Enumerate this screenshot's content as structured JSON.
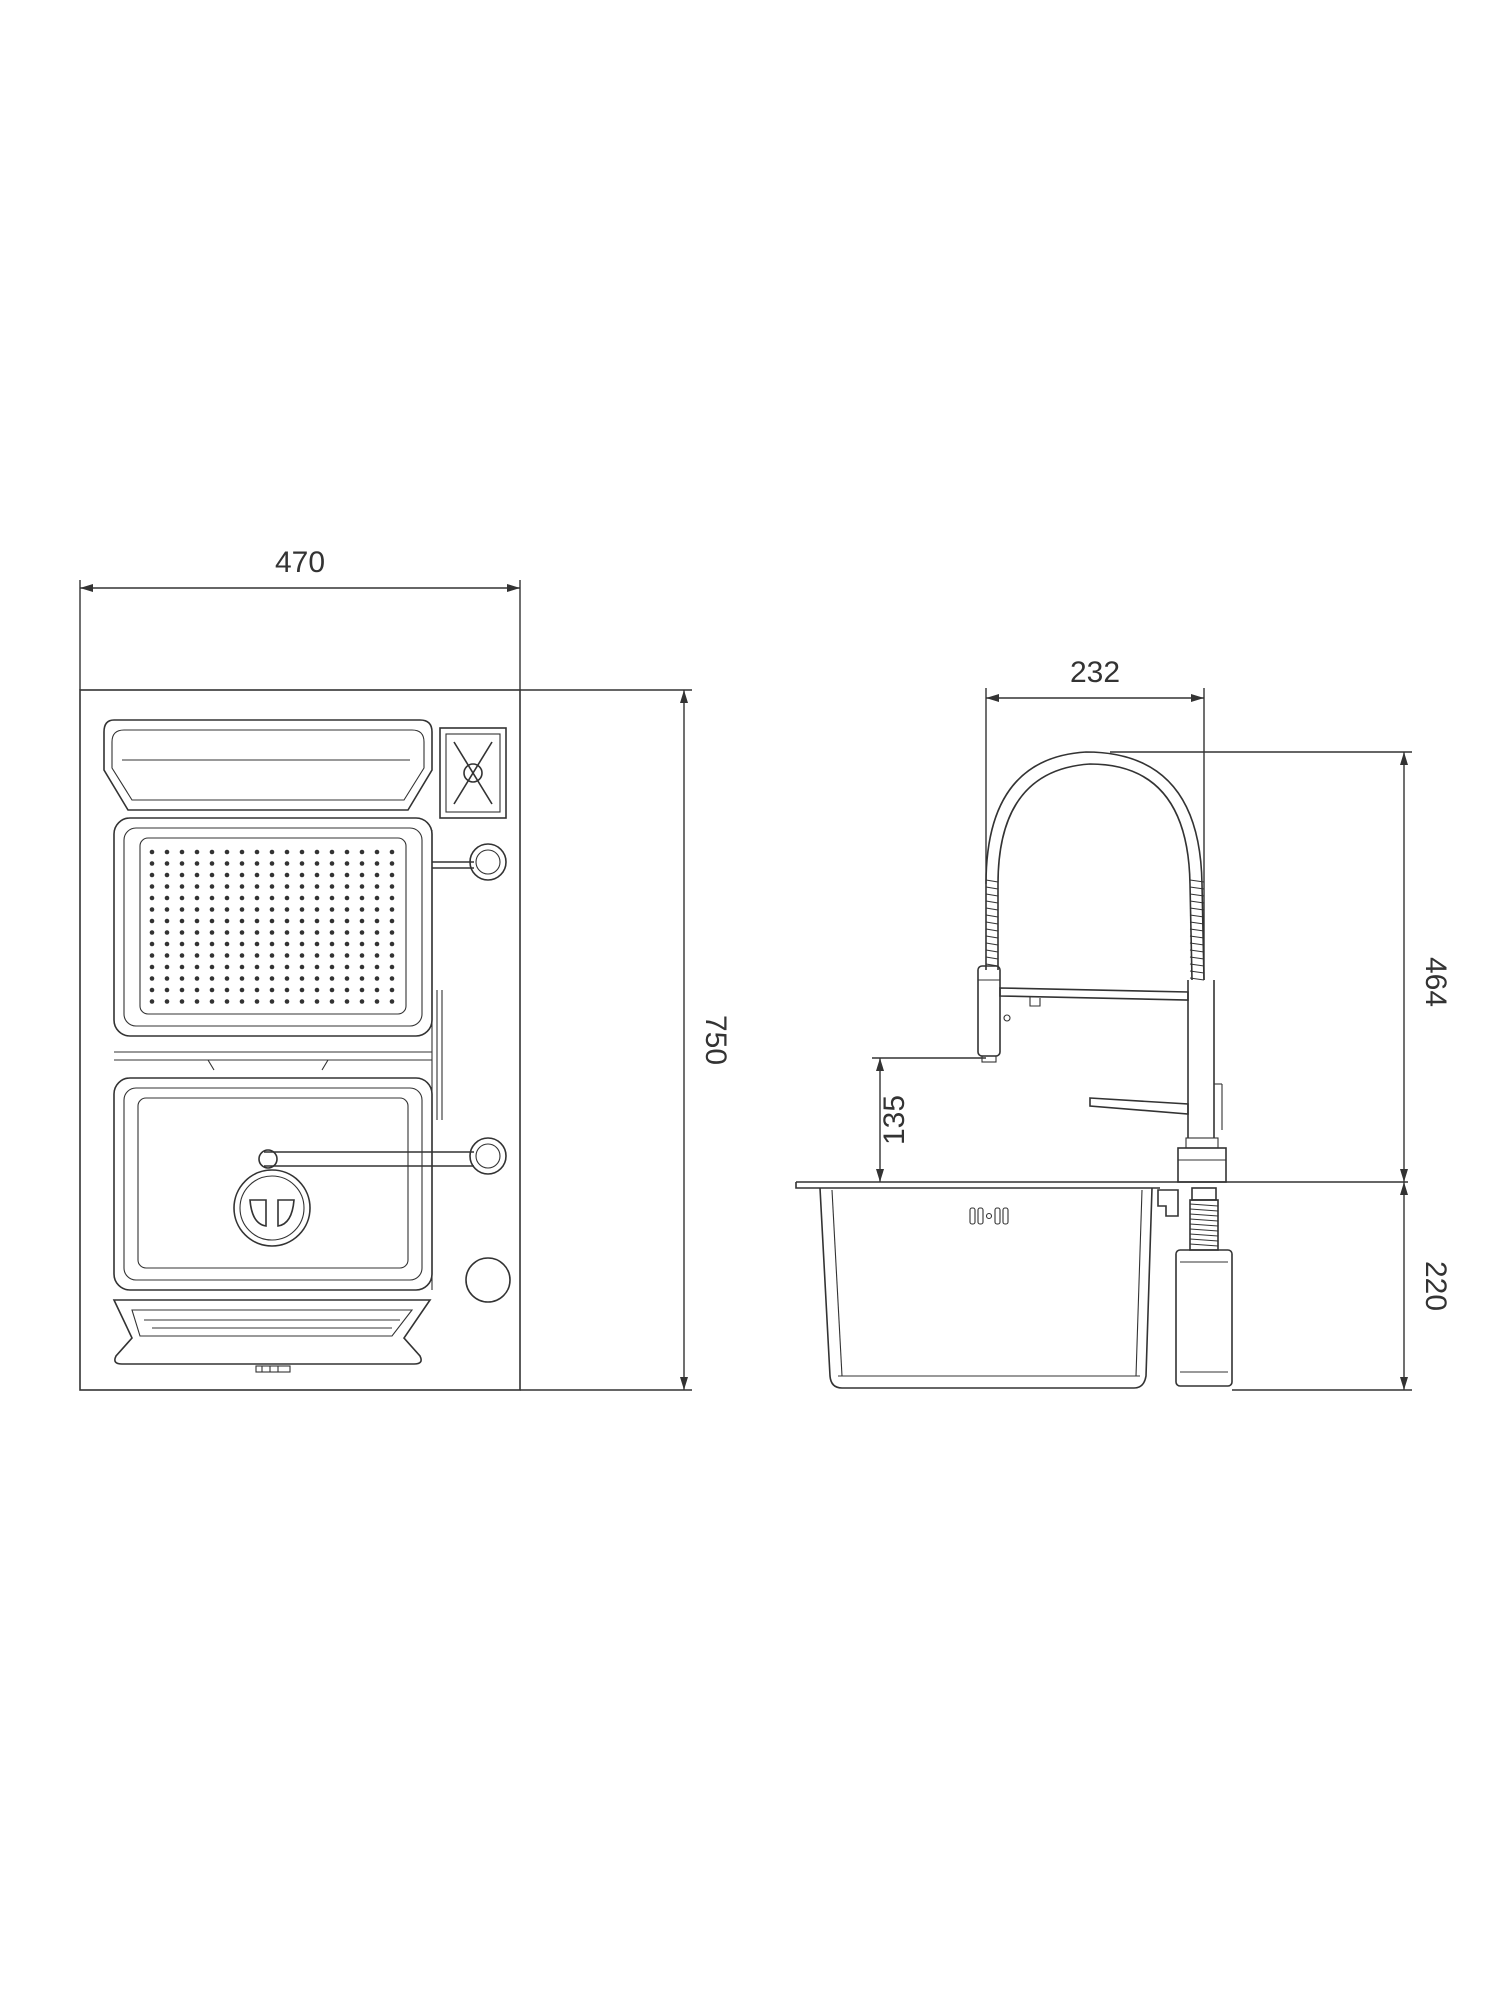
{
  "top_view": {
    "width_dim": "470",
    "height_dim": "750"
  },
  "side_view": {
    "faucet_reach_dim": "232",
    "faucet_height_dim": "464",
    "spout_clearance_dim": "135",
    "bowl_depth_dim": "220"
  },
  "colors": {
    "line": "#333333",
    "background": "#ffffff"
  }
}
